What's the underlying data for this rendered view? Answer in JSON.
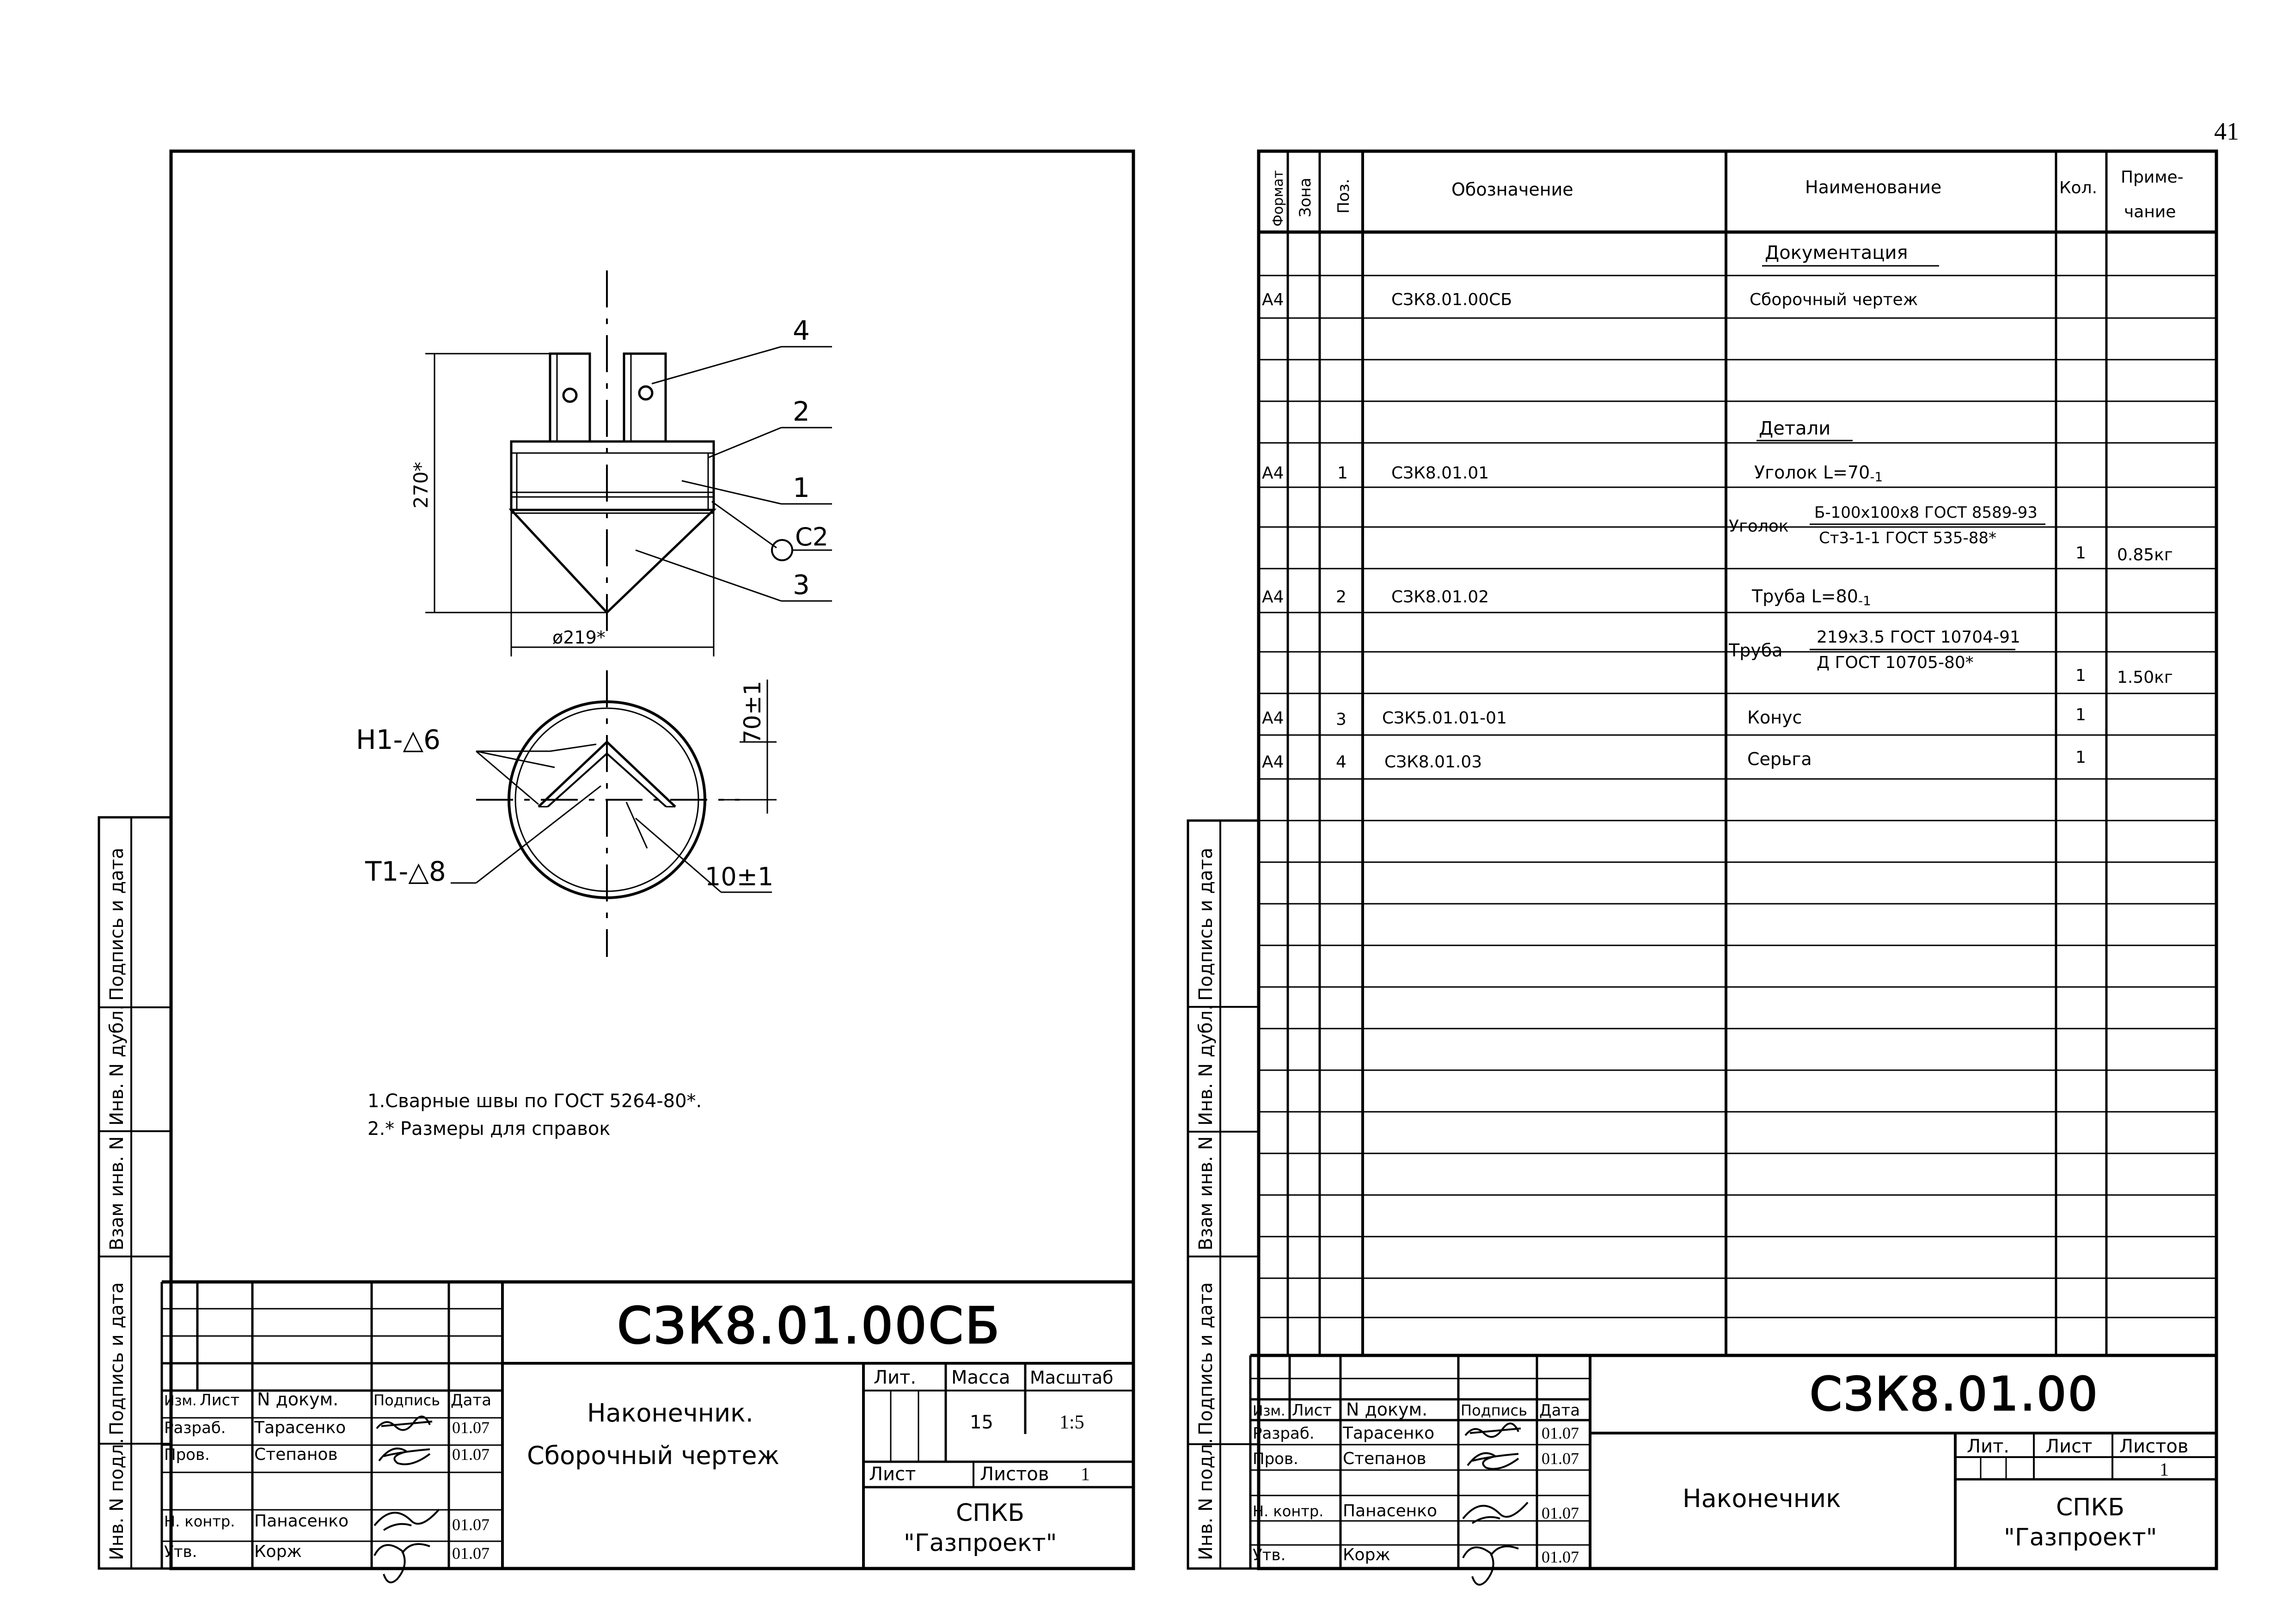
{
  "page_number": "41",
  "left": {
    "side_labels": [
      "Инв. N подл.",
      "Подпись и дата",
      "Взам инв. N",
      "Инв. N дубл.",
      "Подпись и дата"
    ],
    "drawing": {
      "callouts": [
        "4",
        "2",
        "1",
        "3"
      ],
      "weld_c2": "C2",
      "dim_height": "270*",
      "dim_diameter": "ø219*",
      "dim_70": "70±1",
      "weld_h1": "H1-△6",
      "weld_t1": "T1-△8",
      "dim_10": "10±1"
    },
    "notes": [
      "1.Сварные швы по ГОСТ 5264-80*.",
      "2.* Размеры для справок"
    ],
    "title_block": {
      "doc_code": "СЗК8.01.00СБ",
      "title_line1": "Наконечник.",
      "title_line2": "Сборочный чертеж",
      "hdr": {
        "izm": "Изм.",
        "list": "Лист",
        "ndoc": "N докум.",
        "podp": "Подпись",
        "data": "Дата"
      },
      "rows": [
        {
          "role": "Разраб.",
          "name": "Тарасенко",
          "date": "01.07"
        },
        {
          "role": "Пров.",
          "name": "Степанов",
          "date": "01.07"
        },
        {
          "role": "Н. контр.",
          "name": "Панасенко",
          "date": "01.07"
        },
        {
          "role": "Утв.",
          "name": "Корж",
          "date": "01.07"
        }
      ],
      "lit_label": "Лит.",
      "mass_label": "Масса",
      "scale_label": "Масштаб",
      "mass": "15",
      "scale": "1:5",
      "sheet_label": "Лист",
      "sheets_label": "Листов",
      "sheets": "1",
      "org1": "СПКБ",
      "org2": "\"Газпроект\""
    }
  },
  "right": {
    "side_labels": [
      "Инв. N подл.",
      "Подпись и дата",
      "Взам инв. N",
      "Инв. N дубл.",
      "Подпись и дата"
    ],
    "spec_headers": {
      "format": "Формат",
      "zone": "Зона",
      "pos": "Поз.",
      "designation": "Обозначение",
      "name": "Наименование",
      "qty": "Кол.",
      "note1": "Приме-",
      "note2": "чание"
    },
    "sections": {
      "docs": "Документация",
      "parts": "Детали"
    },
    "items": [
      {
        "format": "A4",
        "pos": "",
        "code": "СЗК8.01.00СБ",
        "name": "Сборочный чертеж"
      },
      {
        "format": "A4",
        "pos": "1",
        "code": "СЗК8.01.01",
        "name": "Уголок  L=70",
        "material_label": "Уголок",
        "material_top": "Б-100х100х8 ГОСТ 8589-93",
        "material_bottom": "Ст3-1-1 ГОСТ 535-88*",
        "qty": "1",
        "note": "0.85кг"
      },
      {
        "format": "A4",
        "pos": "2",
        "code": "СЗК8.01.02",
        "name": "Труба  L=80",
        "material_label": "Труба",
        "material_top": "219х3.5 ГОСТ 10704-91",
        "material_bottom": "Д ГОСТ 10705-80*",
        "qty": "1",
        "note": "1.50кг"
      },
      {
        "format": "A4",
        "pos": "3",
        "code": "СЗК5.01.01-01",
        "name": "Конус",
        "qty": "1"
      },
      {
        "format": "A4",
        "pos": "4",
        "code": "СЗК8.01.03",
        "name": "Серьга",
        "qty": "1"
      }
    ],
    "length_tol": "-1",
    "title_block": {
      "doc_code": "СЗК8.01.00",
      "title": "Наконечник",
      "hdr": {
        "izm": "Изм.",
        "list": "Лист",
        "ndoc": "N докум.",
        "podp": "Подпись",
        "data": "Дата"
      },
      "rows": [
        {
          "role": "Разраб.",
          "name": "Тарасенко",
          "date": "01.07"
        },
        {
          "role": "Пров.",
          "name": "Степанов",
          "date": "01.07"
        },
        {
          "role": "Н. контр.",
          "name": "Панасенко",
          "date": "01.07"
        },
        {
          "role": "Утв.",
          "name": "Корж",
          "date": "01.07"
        }
      ],
      "lit_label": "Лит.",
      "sheet_label": "Лист",
      "sheets_label": "Листов",
      "sheets": "1",
      "org1": "СПКБ",
      "org2": "\"Газпроект\""
    }
  }
}
